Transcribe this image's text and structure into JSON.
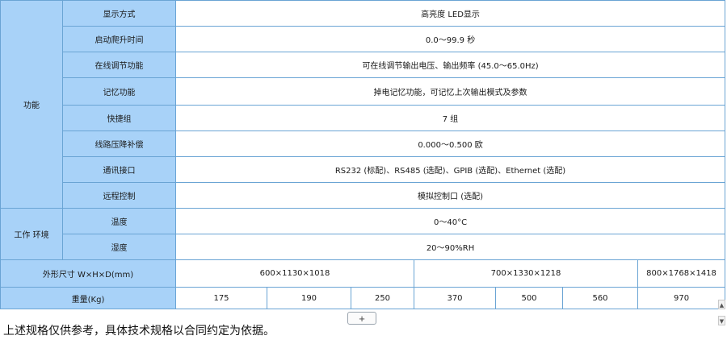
{
  "categories": {
    "function": "功能",
    "environment": "工作 环境"
  },
  "rows": [
    {
      "label": "显示方式",
      "value": "高亮度 LED显示"
    },
    {
      "label": "启动爬升时间",
      "value": "0.0～99.9 秒"
    },
    {
      "label": "在线调节功能",
      "value": "可在线调节输出电压、输出频率 (45.0～65.0Hz)"
    },
    {
      "label": "记忆功能",
      "value": "掉电记忆功能，可记忆上次输出模式及参数"
    },
    {
      "label": "快捷组",
      "value": "7 组"
    },
    {
      "label": "线路压降补偿",
      "value": "0.000～0.500 欧"
    },
    {
      "label": "通讯接口",
      "value": "RS232 (标配)、RS485 (选配)、GPIB (选配)、Ethernet (选配)"
    },
    {
      "label": "远程控制",
      "value": "模拟控制口 (选配)"
    },
    {
      "label": "温度",
      "value": "0～40°C"
    },
    {
      "label": "湿度",
      "value": "20～90%RH"
    }
  ],
  "dimensions": {
    "label": "外形尺寸 W×H×D(mm)",
    "values": [
      "600×1130×1018",
      "700×1330×1218",
      "800×1768×1418"
    ]
  },
  "weight": {
    "label": "重量(Kg)",
    "values": [
      "175",
      "190",
      "250",
      "370",
      "500",
      "560",
      "970"
    ]
  },
  "add_button": "+",
  "footnote": "上述规格仅供参考，具体技术规格以合同约定为依据。"
}
